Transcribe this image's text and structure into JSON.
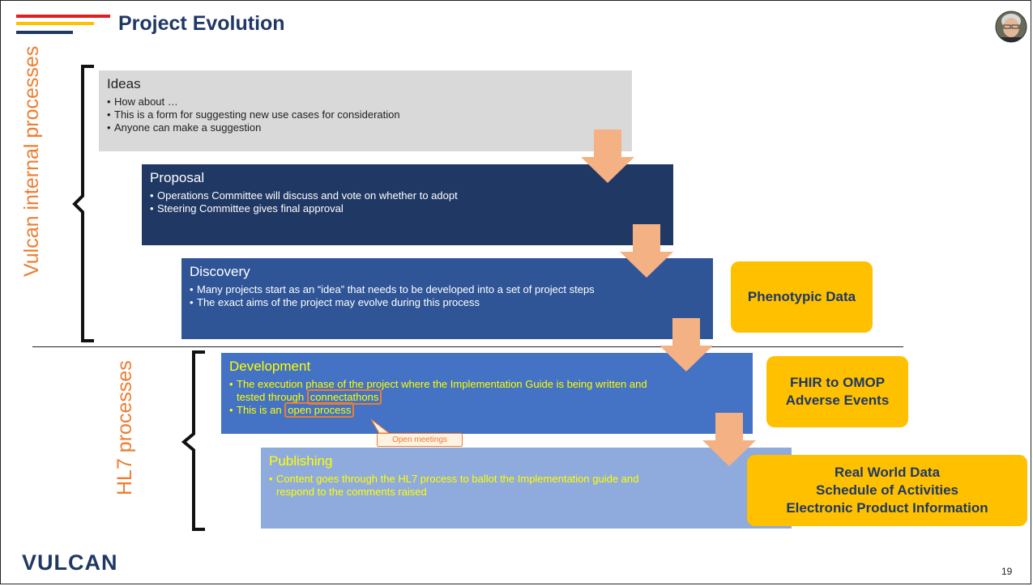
{
  "slide": {
    "title": "Project Evolution",
    "page_number": "19",
    "logo_text": "VULCAN"
  },
  "left_labels": {
    "internal": "Vulcan internal processes",
    "hl7": "HL7 processes"
  },
  "stages": [
    {
      "title": "Ideas",
      "bullets": [
        "How about …",
        "This is a form for suggesting new use cases for consideration",
        "Anyone can make a suggestion"
      ]
    },
    {
      "title": "Proposal",
      "bullets": [
        "Operations Committee will discuss and vote on whether to adopt",
        "Steering Committee gives final approval"
      ]
    },
    {
      "title": "Discovery",
      "bullets": [
        "Many projects start as an “idea” that needs to be developed into a set of project steps",
        "The exact aims of the project may evolve during this process"
      ]
    },
    {
      "title": "Development",
      "bullet1_text": "The execution phase of the project where the Implementation Guide is being written and tested through",
      "bullet1_highlight": "connectathons",
      "bullet2_text": "This is an",
      "bullet2_highlight": "open process"
    },
    {
      "title": "Publishing",
      "bullets": [
        "Content goes through the HL7 process to ballot the Implementation guide and respond to the comments raised"
      ]
    }
  ],
  "callout": "Open meetings",
  "side_boxes": [
    {
      "lines": [
        "Phenotypic Data"
      ]
    },
    {
      "lines": [
        "FHIR to OMOP",
        "Adverse Events"
      ]
    },
    {
      "lines": [
        "Real World Data",
        "Schedule of Activities",
        "Electronic Product Information"
      ]
    }
  ],
  "colors": {
    "title": "#1f3864",
    "accent_orange": "#ed7d31",
    "arrow": "#f4b183",
    "side_box": "#ffc000",
    "ideas": "#d9d9d9",
    "proposal": "#203864",
    "discovery": "#2f5597",
    "development": "#4472c4",
    "publishing": "#8faadc",
    "hl7_text": "#ffff00"
  }
}
